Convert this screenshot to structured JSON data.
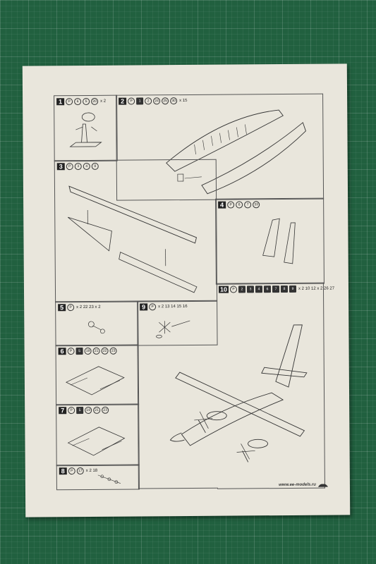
{
  "steps": [
    {
      "num": "1",
      "chips": [
        "P",
        "6",
        "5",
        "20"
      ],
      "qty": "x 2"
    },
    {
      "num": "2",
      "chips": [
        "P",
        "1",
        "2",
        "24",
        "25",
        "30"
      ],
      "qty": "x 15"
    },
    {
      "num": "3",
      "chips": [
        "P",
        "3",
        "4",
        "8"
      ],
      "qty": ""
    },
    {
      "num": "4",
      "chips": [
        "P",
        "6",
        "7",
        "33"
      ],
      "qty": ""
    },
    {
      "num": "5",
      "chips": [
        "P"
      ],
      "qty": "x 2  22  23  x 2"
    },
    {
      "num": "6",
      "chips": [
        "P",
        "5",
        "19",
        "21",
        "22",
        "23"
      ],
      "qty": ""
    },
    {
      "num": "7",
      "chips": [
        "P",
        "5",
        "19",
        "21",
        "23"
      ],
      "qty": ""
    },
    {
      "num": "8",
      "chips": [
        "P",
        "17"
      ],
      "qty": "x 2  18"
    },
    {
      "num": "9",
      "chips": [
        "P"
      ],
      "qty": "x 2  13  14  15  16"
    },
    {
      "num": "10",
      "chips": [
        "P",
        "2",
        "3",
        "4",
        "6",
        "7",
        "8",
        "9"
      ],
      "qty": "x 2  10  12 x 2  26  27"
    }
  ],
  "footer": {
    "website": "www.ee-models.ru"
  },
  "colors": {
    "mat": "#21603f",
    "paper": "#e9e6dc",
    "ink": "#333333"
  }
}
